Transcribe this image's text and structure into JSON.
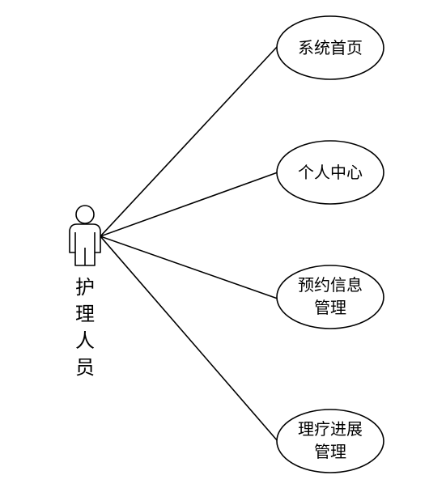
{
  "actor": {
    "name_chars": [
      "护",
      "理",
      "人",
      "员"
    ]
  },
  "use_cases": [
    {
      "id": "system-home",
      "lines": [
        "系统首页"
      ]
    },
    {
      "id": "personal-center",
      "lines": [
        "个人中心"
      ]
    },
    {
      "id": "appointment-management",
      "lines": [
        "预约信息",
        "管理"
      ]
    },
    {
      "id": "treatment-progress-management",
      "lines": [
        "理疗进展",
        "管理"
      ]
    }
  ],
  "colors": {
    "stroke": "#000000",
    "fill": "#ffffff",
    "text": "#000000"
  }
}
